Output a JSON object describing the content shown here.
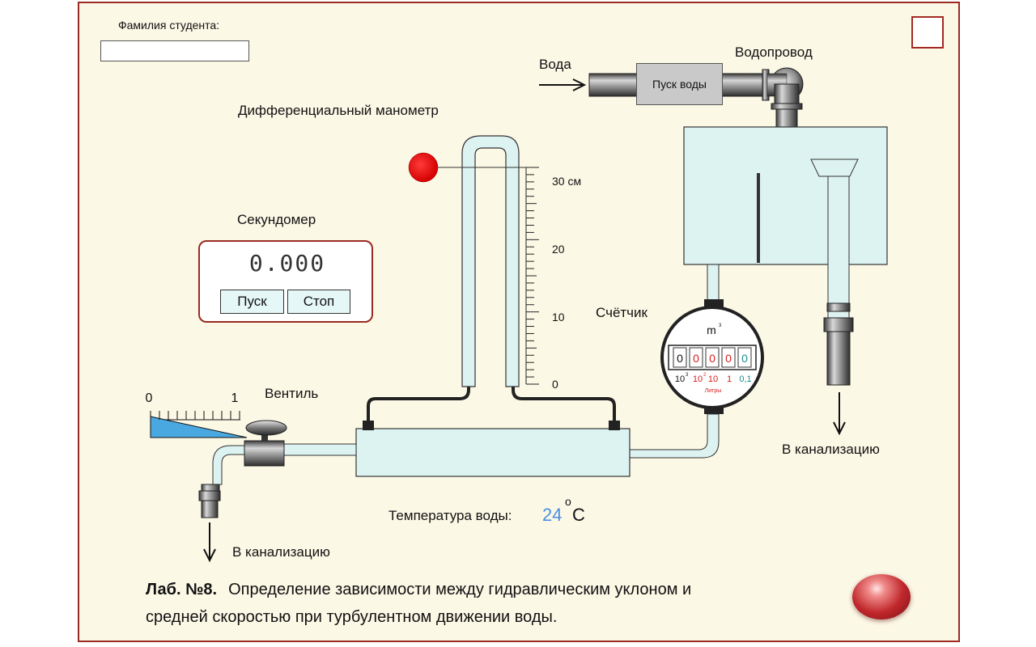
{
  "student": {
    "label": "Фамилия студента:",
    "value": ""
  },
  "labels": {
    "manometer": "Дифференциальный манометр",
    "water": "Вода",
    "water_supply": "Водопровод",
    "stopwatch": "Секундомер",
    "meter": "Счётчик",
    "valve": "Вентиль",
    "drain_right": "В канализацию",
    "drain_left": "В канализацию",
    "temp_label": "Температура воды:",
    "temp_value": "24",
    "temp_unit_deg": "o",
    "temp_unit": "C"
  },
  "buttons": {
    "water_start": "Пуск воды",
    "sw_start": "Пуск",
    "sw_stop": "Стоп"
  },
  "stopwatch": {
    "display": "0.000"
  },
  "valve_scale": {
    "min": "0",
    "max": "1",
    "opening": 0.0
  },
  "manometer_scale": {
    "labels": [
      {
        "text": "30 см"
      },
      {
        "text": "20"
      },
      {
        "text": "10"
      },
      {
        "text": "0"
      }
    ]
  },
  "meter": {
    "unit": "m",
    "unit_sup": "3",
    "digits": [
      "0",
      "0",
      "0",
      "0",
      "0"
    ],
    "scale_labels": [
      "10",
      "10",
      "10",
      "1",
      "0,1"
    ],
    "scale_sups": [
      "3",
      "2",
      ""
    ],
    "liters": "Литры"
  },
  "title": {
    "prefix": "Лаб. №8.",
    "line1": "Определение зависимости между гидравлическим уклоном и",
    "line2": "средней скоростью при турбулентном движении воды."
  },
  "colors": {
    "border": "#9b2a22",
    "background": "#fcf8e6",
    "tube_fill": "#ddf3f2",
    "water_blue": "#4aa8e0",
    "temp_value": "#4a8fe0",
    "indicator_red": "#e8141a",
    "meter_red": "#d62020",
    "meter_teal": "#1a8f8f"
  }
}
